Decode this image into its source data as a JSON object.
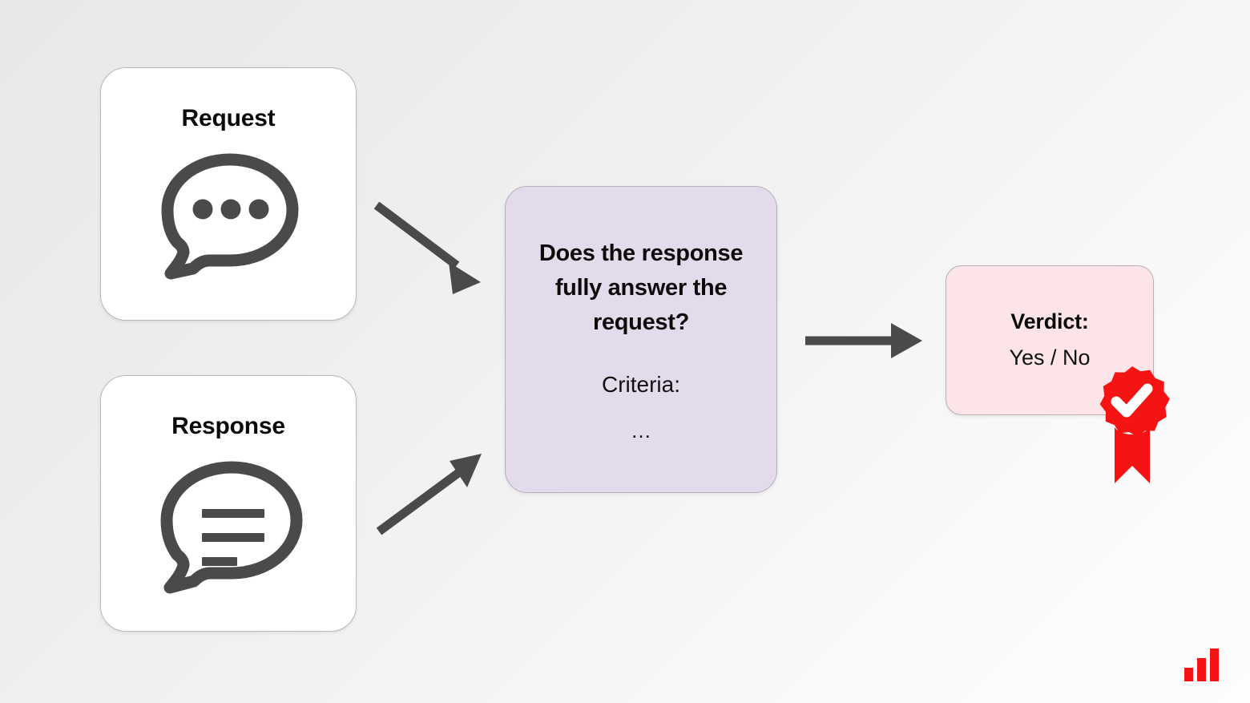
{
  "diagram": {
    "title": "LLM response evaluation flow",
    "background": {
      "from": "#e8e8e8",
      "to": "#fdfdfd"
    },
    "accent_red": "#f41414",
    "purple": "#e3dbec",
    "pink": "#fce4e8",
    "arrow_color": "#4a4a4a"
  },
  "inputs": [
    {
      "id": "request",
      "label": "Request",
      "icon": "speech-bubble-dots-icon"
    },
    {
      "id": "response",
      "label": "Response",
      "icon": "speech-bubble-lines-icon"
    }
  ],
  "evaluator": {
    "question": "Does the response fully answer the request?",
    "criteria_label": "Criteria:",
    "criteria_value": "…"
  },
  "verdict": {
    "title": "Verdict:",
    "value": "Yes / No",
    "badge_icon": "award-ribbon-check-icon"
  },
  "arrows": [
    {
      "id": "request-to-evaluator",
      "from": "Request",
      "to": "Evaluator",
      "direction": "down-right"
    },
    {
      "id": "response-to-evaluator",
      "from": "Response",
      "to": "Evaluator",
      "direction": "up-right"
    },
    {
      "id": "evaluator-to-verdict",
      "from": "Evaluator",
      "to": "Verdict",
      "direction": "right"
    }
  ],
  "branding": {
    "logo_icon": "bar-chart-logo-icon",
    "logo_color": "#f41414"
  }
}
